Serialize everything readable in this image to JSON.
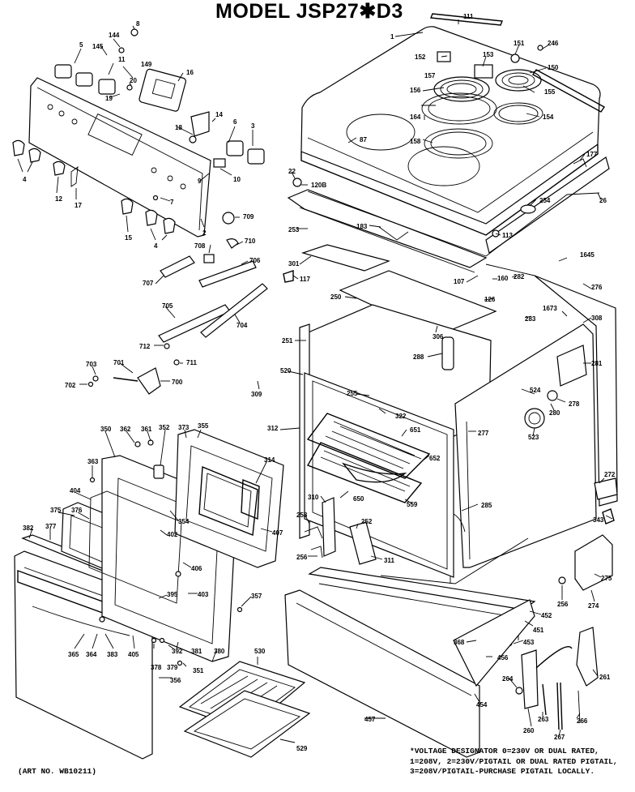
{
  "title": "MODEL JSP27✱D3",
  "note_lines": [
    "*VOLTAGE DESIGNATOR 0=230V OR DUAL RATED,",
    "1=208V, 2=230V/PIGTAIL OR DUAL RATED PIGTAIL,",
    "3=208V/PIGTAIL-PURCHASE PIGTAIL LOCALLY."
  ],
  "art_no": "(ART NO. WB10211)",
  "labels": {
    "l111": "111",
    "l1": "1",
    "l151": "151",
    "l246": "246",
    "l152": "152",
    "l153": "153",
    "l150": "150",
    "l157": "157",
    "l156": "156",
    "l155": "155",
    "l164": "164",
    "l154": "154",
    "l158": "158",
    "l87": "87",
    "l177": "177",
    "l22": "22",
    "l120B": "120B",
    "l254": "254",
    "l26": "26",
    "l253": "253",
    "l183": "183",
    "l113": "113",
    "l1645": "1645",
    "l301": "301",
    "l117": "117",
    "l107": "107",
    "l160": "160",
    "l282": "282",
    "l276": "276",
    "l250": "250",
    "l126": "126",
    "l1673": "1673",
    "l308": "308",
    "l283": "283",
    "l251": "251",
    "l306": "306",
    "l288": "288",
    "l281": "281",
    "l520": "520",
    "l255": "255",
    "l524": "524",
    "l278": "278",
    "l309": "309",
    "l322": "322",
    "l280": "280",
    "l312": "312",
    "l651": "651",
    "l277": "277",
    "l523": "523",
    "l652": "652",
    "l272": "272",
    "l310": "310",
    "l650": "650",
    "l559": "559",
    "l285": "285",
    "l343": "343",
    "l258": "258",
    "l252": "252",
    "l256a": "256",
    "l311": "311",
    "l275": "275",
    "l256b": "256",
    "l274": "274",
    "l452": "452",
    "l451": "451",
    "l368": "368",
    "l453": "453",
    "l261": "261",
    "l456": "456",
    "l264": "264",
    "l530": "530",
    "l454": "454",
    "l260": "260",
    "l263": "263",
    "l266": "266",
    "l267": "267",
    "l457": "457",
    "l529": "529",
    "l5": "5",
    "l145": "145",
    "l144": "144",
    "l8": "8",
    "l11": "11",
    "l149": "149",
    "l16": "16",
    "l20": "20",
    "l19": "19",
    "l14": "14",
    "l18": "18",
    "l6": "6",
    "l3": "3",
    "l10": "10",
    "l9": "9",
    "l4a": "4",
    "l12": "12",
    "l17": "17",
    "l7": "7",
    "l15": "15",
    "l4b": "4",
    "l2": "2",
    "l709": "709",
    "l708": "708",
    "l710": "710",
    "l706": "706",
    "l707": "707",
    "l705": "705",
    "l704": "704",
    "l712": "712",
    "l711": "711",
    "l703": "703",
    "l701": "701",
    "l702": "702",
    "l700": "700",
    "l350": "350",
    "l362": "362",
    "l361": "361",
    "l352": "352",
    "l373": "373",
    "l355": "355",
    "l363": "363",
    "l314": "314",
    "l404": "404",
    "l354": "354",
    "l375": "375",
    "l376": "376",
    "l402": "402",
    "l407": "407",
    "l382": "382",
    "l377": "377",
    "l406": "406",
    "l403": "403",
    "l395": "395",
    "l357": "357",
    "l365": "365",
    "l364": "364",
    "l383": "383",
    "l405": "405",
    "l378": "378",
    "l379": "379",
    "l392": "392",
    "l381": "381",
    "l380": "380",
    "l351": "351",
    "l356": "356"
  }
}
